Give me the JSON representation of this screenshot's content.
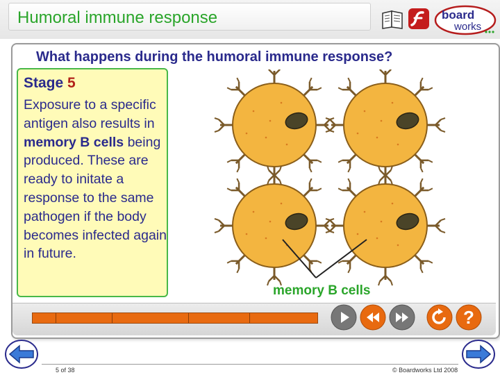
{
  "header": {
    "title": "Humoral immune response",
    "logo_text_1": "board",
    "logo_text_2": "works",
    "icons": [
      "book-icon",
      "flash-icon"
    ]
  },
  "slide": {
    "question": "What happens during the humoral immune response?",
    "stage_label": "Stage",
    "stage_number": "5",
    "text_parts": [
      "Exposure to a specific antigen also results in ",
      "memory B cells",
      " being produced. These are ready to initate a response to the same pathogen if the body becomes infected again in future."
    ],
    "cell_label": "memory B cells"
  },
  "controls": {
    "progress_segments": 5,
    "buttons": [
      "play-icon",
      "rewind-icon",
      "fast-forward-icon",
      "replay-icon",
      "help-icon"
    ]
  },
  "footer": {
    "page": "5 of 38",
    "copyright": "© Boardworks Ltd 2008"
  },
  "colors": {
    "title_green": "#2aa52a",
    "question_navy": "#2a2a8c",
    "stage_red": "#b2231a",
    "cell_fill": "#f3b540",
    "nucleus": "#4a4428",
    "box_yellow": "#fffbb8",
    "orange_button": "#e86a10",
    "grey_button": "#777777"
  }
}
